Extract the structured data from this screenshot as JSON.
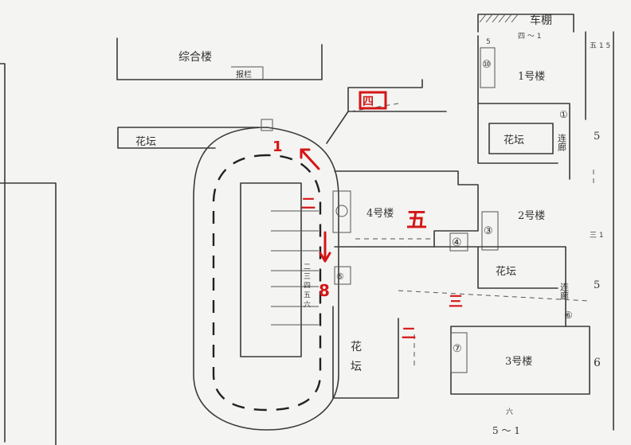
{
  "labels": {
    "dormitory_building": "综合楼",
    "newspaper_board": "报栏",
    "flower_bed_top": "花坛",
    "shed": "车棚",
    "building_1": "1号楼",
    "flower_bed_1": "花坛",
    "corridor_1": "连廊",
    "building_4": "4号楼",
    "building_2": "2号楼",
    "flower_bed_2": "花坛",
    "corridor_2": "连廊",
    "flower_bed_mid_1": "花",
    "flower_bed_mid_2": "坛",
    "building_3": "3号楼"
  },
  "gates": {
    "g1": "①",
    "g4": "④",
    "g3": "③",
    "g5": "⑤",
    "g6": "⑥",
    "g7": "⑦",
    "g10": "⑩"
  },
  "pencil_labels": {
    "top_range": "四 ～ 1",
    "top_five": "5",
    "right_top": "五 1 5",
    "right_five": "5",
    "right_three": "三 1",
    "right_five_2": "5",
    "right_six": "6",
    "bottom_range": "5 ～ 1",
    "bottom_six": "六",
    "field_col": "二 三 四 五 六"
  },
  "red_marks": {
    "one": "1",
    "two": "二",
    "four": "四",
    "five": "五",
    "eight": "8",
    "three_right": "三",
    "two_bottom": "二"
  }
}
